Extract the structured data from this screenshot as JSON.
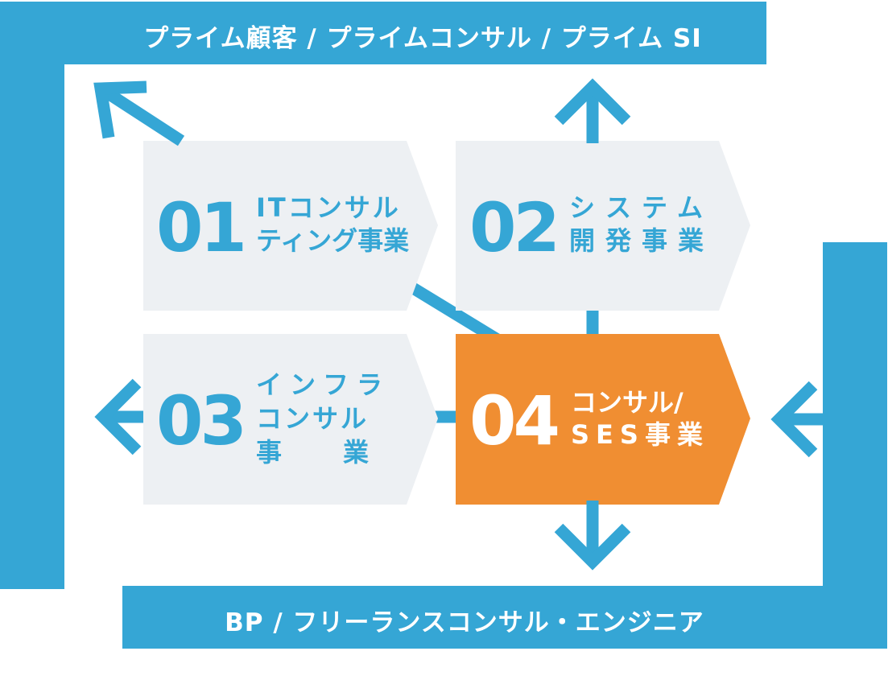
{
  "colors": {
    "frame_blue": "#35a6d5",
    "card_gray": "#edf0f3",
    "card_orange": "#f08e32",
    "text_white": "#ffffff"
  },
  "top_banner": {
    "label": "プライム顧客 / プライムコンサル / プライム SI"
  },
  "bottom_banner": {
    "label": "BP / フリーランスコンサル・エンジニア"
  },
  "cards": [
    {
      "number": "01",
      "lines": [
        "ITコンサル",
        "ティング事業"
      ]
    },
    {
      "number": "02",
      "lines": [
        "システム",
        "開発事業"
      ]
    },
    {
      "number": "03",
      "lines": [
        "インフラ",
        "コンサル",
        "事業"
      ]
    },
    {
      "number": "04",
      "lines": [
        "コンサル/",
        "SES事業"
      ]
    }
  ],
  "icons": [
    "arrow-up-left-icon",
    "arrow-up-icon",
    "arrow-left-icon",
    "arrow-down-icon",
    "arrow-in-left-icon"
  ]
}
